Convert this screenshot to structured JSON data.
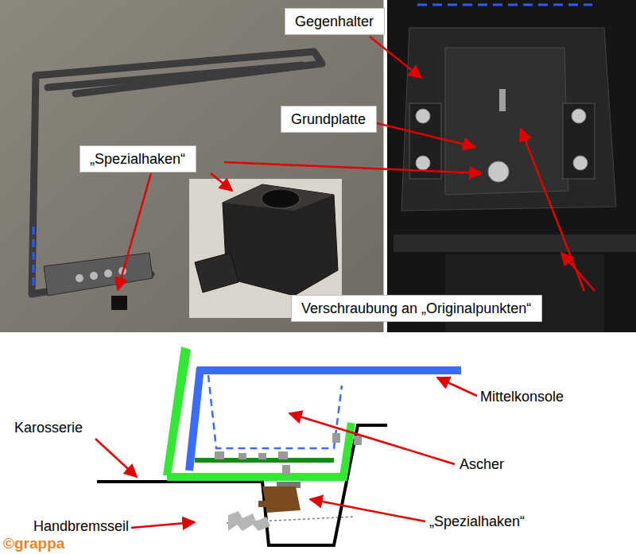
{
  "diagram": {
    "nodes": [
      {
        "text": [
          "Gegenhalter"
        ]
      },
      {
        "text": [
          "Grundplatte"
        ]
      },
      {
        "text": [
          "„Spezialhaken“"
        ]
      },
      {
        "text": [
          "Verschraubung an „Originalpunkten“"
        ]
      }
    ],
    "labels": [
      "Karosserie",
      "Mittelkonsole",
      "Ascher",
      "„Spezialhaken“",
      "Handbremsseil",
      "©grappa"
    ]
  }
}
